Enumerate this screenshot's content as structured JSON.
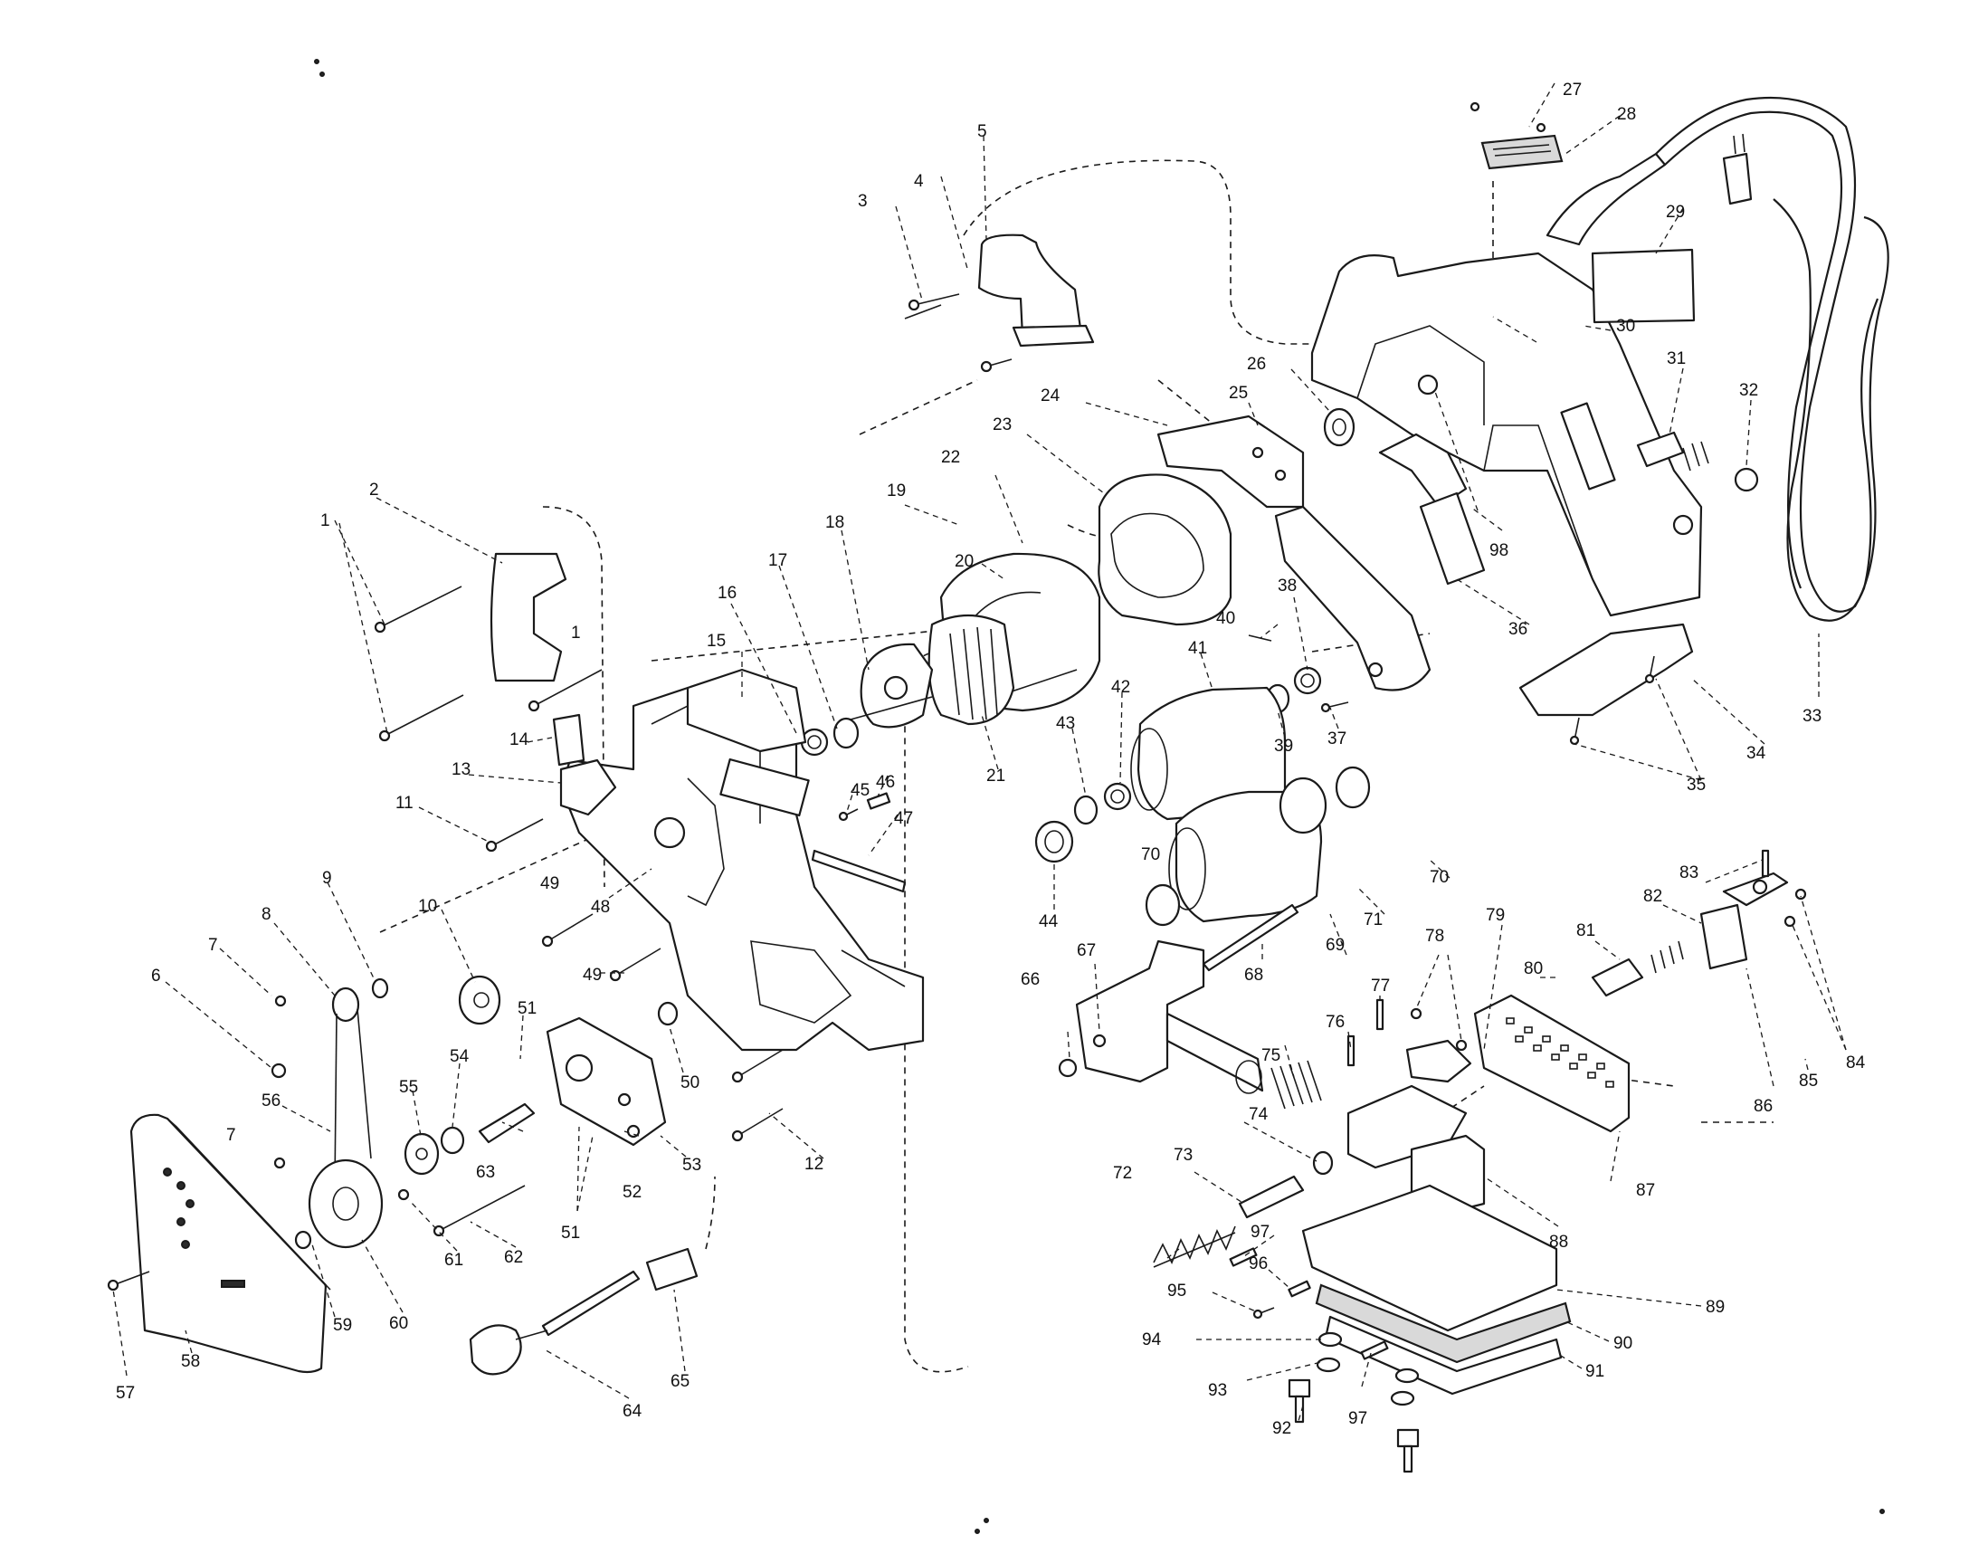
{
  "labels": [
    "1",
    "2",
    "3",
    "4",
    "5",
    "6",
    "7",
    "8",
    "9",
    "10",
    "11",
    "12",
    "13",
    "14",
    "15",
    "16",
    "17",
    "18",
    "19",
    "20",
    "21",
    "22",
    "23",
    "24",
    "25",
    "26",
    "27",
    "28",
    "29",
    "30",
    "31",
    "32",
    "33",
    "34",
    "35",
    "36",
    "37",
    "38",
    "39",
    "40",
    "41",
    "42",
    "43",
    "44",
    "45",
    "46",
    "47",
    "48",
    "49",
    "50",
    "51",
    "52",
    "53",
    "54",
    "55",
    "56",
    "57",
    "58",
    "59",
    "60",
    "61",
    "62",
    "63",
    "64",
    "65",
    "66",
    "67",
    "68",
    "69",
    "70",
    "71",
    "72",
    "73",
    "74",
    "75",
    "76",
    "77",
    "78",
    "79",
    "80",
    "81",
    "82",
    "83",
    "84",
    "85",
    "86",
    "87",
    "88",
    "89",
    "90",
    "91",
    "92",
    "93",
    "94",
    "95",
    "96",
    "97",
    "98"
  ],
  "colors": {
    "ink": "#1a1a1a",
    "paper": "#ffffff"
  }
}
